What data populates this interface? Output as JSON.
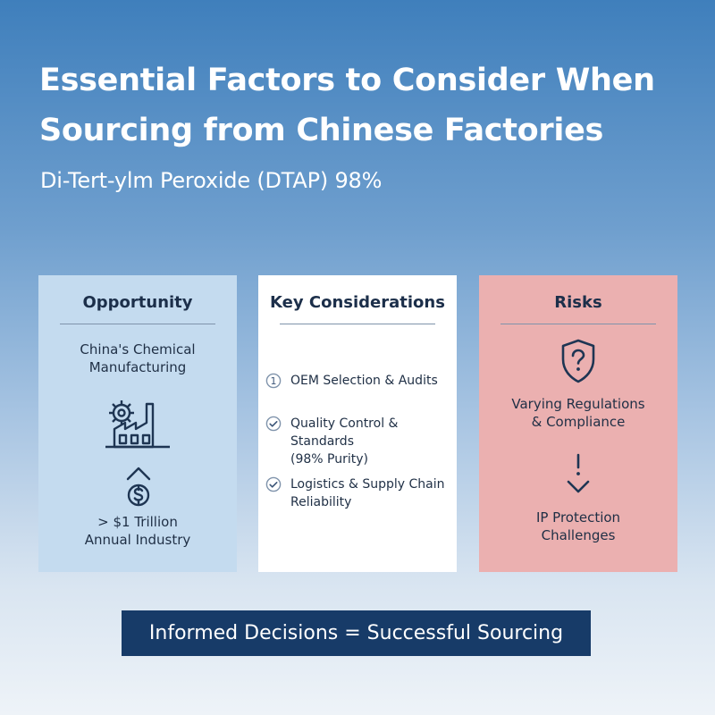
{
  "title_lines": [
    "Essential Factors to Consider When",
    "Sourcing from Chinese Factories"
  ],
  "subtitle": "Di-Tert-ylm Peroxide (DTAP) 98%",
  "opportunity": {
    "heading": "Opportunity",
    "text1": "China's Chemical\nManufacturing",
    "text2": "> $1 Trillion\nAnnual Industry",
    "icons": [
      "factory-gear-icon",
      "dollar-growth-icon"
    ],
    "color": "#c4dbef"
  },
  "considerations": {
    "heading": "Key Considerations",
    "items": [
      {
        "marker": "1",
        "text": "OEM Selection & Audits"
      },
      {
        "marker": "check",
        "text": "Quality Control & Standards\n(98% Purity)"
      },
      {
        "marker": "check",
        "text": "Logistics & Supply Chain\nReliability"
      }
    ],
    "color": "#ffffff"
  },
  "risks": {
    "heading": "Risks",
    "text1": "Varying Regulations\n& Compliance",
    "text2": "IP Protection\nChallenges",
    "icons": [
      "shield-question-icon",
      "warning-arrow-down-icon"
    ],
    "color": "#ebb0b0"
  },
  "banner": "Informed Decisions = Successful Sourcing",
  "colors": {
    "navy": "#173b68",
    "text": "#1f2f45"
  }
}
